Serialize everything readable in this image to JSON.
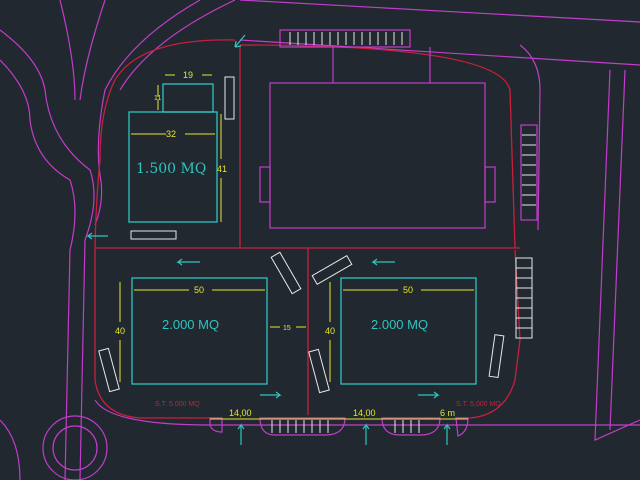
{
  "drawing": {
    "buildings": [
      {
        "area_label": "1.500 MQ",
        "width_dim": "32",
        "depth_dim": "41",
        "annex_width_dim": "19",
        "annex_depth_dim": "11"
      },
      {
        "area_label": "2.000 MQ",
        "width_dim": "50",
        "depth_dim": "40"
      },
      {
        "area_label": "2.000 MQ",
        "width_dim": "50",
        "depth_dim": "40"
      }
    ],
    "gap_dim": "15",
    "lot_labels": [
      "S.T. 5.000 MQ",
      "S.T. 5.000 MQ"
    ],
    "access_dims": [
      "14,00",
      "14,00",
      "6 m"
    ],
    "colors": {
      "background": "#212830",
      "road": "#c13ec8",
      "lot": "#c8203c",
      "building": "#2fc4c0",
      "dimension": "#e6e62a"
    }
  }
}
